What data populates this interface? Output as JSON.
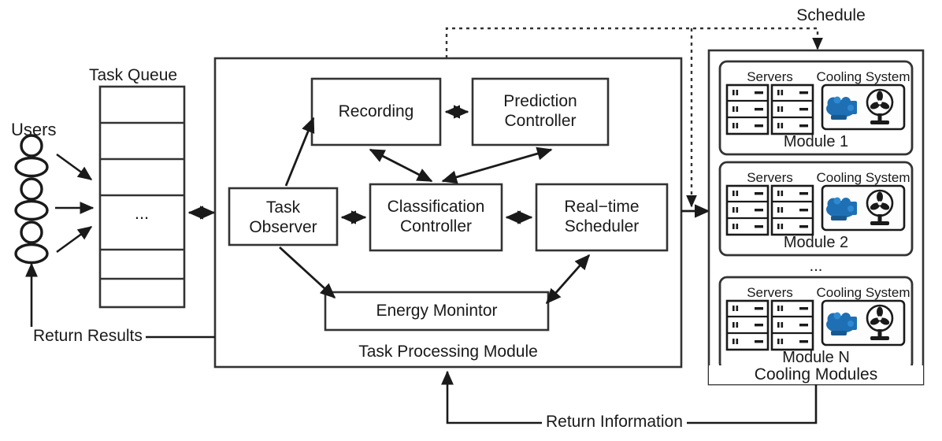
{
  "diagram": {
    "title": "Task Processing Module and Cooling Modules architecture",
    "stroke_color": "#333333",
    "accent_pump_color": "#1f6fb4",
    "background": "#ffffff"
  },
  "users": {
    "label": "Users",
    "count": 3,
    "icon": "user-icon"
  },
  "task_queue": {
    "label": "Task Queue",
    "cells": [
      "",
      "",
      "",
      "...",
      "",
      ""
    ],
    "ellipsis_cell_index": 3
  },
  "task_processing_module": {
    "label": "Task Processing Module",
    "boxes": [
      {
        "id": "recording",
        "label": "Recording"
      },
      {
        "id": "prediction-controller",
        "label": "Prediction\nController",
        "line1": "Prediction",
        "line2": "Controller"
      },
      {
        "id": "task-observer",
        "label": "Task\nObserver",
        "line1": "Task",
        "line2": "Observer"
      },
      {
        "id": "classification-controller",
        "label": "Classification\nController",
        "line1": "Classification",
        "line2": "Controller"
      },
      {
        "id": "real-time-scheduler",
        "label": "Real−time\nScheduler",
        "line1": "Real−time",
        "line2": "Scheduler"
      },
      {
        "id": "energy-monintor",
        "label": "Energy Monintor"
      }
    ]
  },
  "cooling_modules": {
    "label": "Cooling Modules",
    "ellipsis": "...",
    "modules": [
      {
        "id": "module-1",
        "label": "Module 1",
        "servers_label": "Servers",
        "cooling_label": "Cooling System",
        "server_racks": 2,
        "servers_per_rack": 3,
        "cooling_icons": [
          "pump-icon",
          "fan-icon"
        ]
      },
      {
        "id": "module-2",
        "label": "Module 2",
        "servers_label": "Servers",
        "cooling_label": "Cooling System",
        "server_racks": 2,
        "servers_per_rack": 3,
        "cooling_icons": [
          "pump-icon",
          "fan-icon"
        ]
      },
      {
        "id": "module-n",
        "label": "Module N",
        "servers_label": "Servers",
        "cooling_label": "Cooling System",
        "server_racks": 2,
        "servers_per_rack": 3,
        "cooling_icons": [
          "pump-icon",
          "fan-icon"
        ]
      }
    ]
  },
  "edge_labels": {
    "schedule": "Schedule",
    "return_results": "Return Results",
    "return_information": "Return Information"
  }
}
